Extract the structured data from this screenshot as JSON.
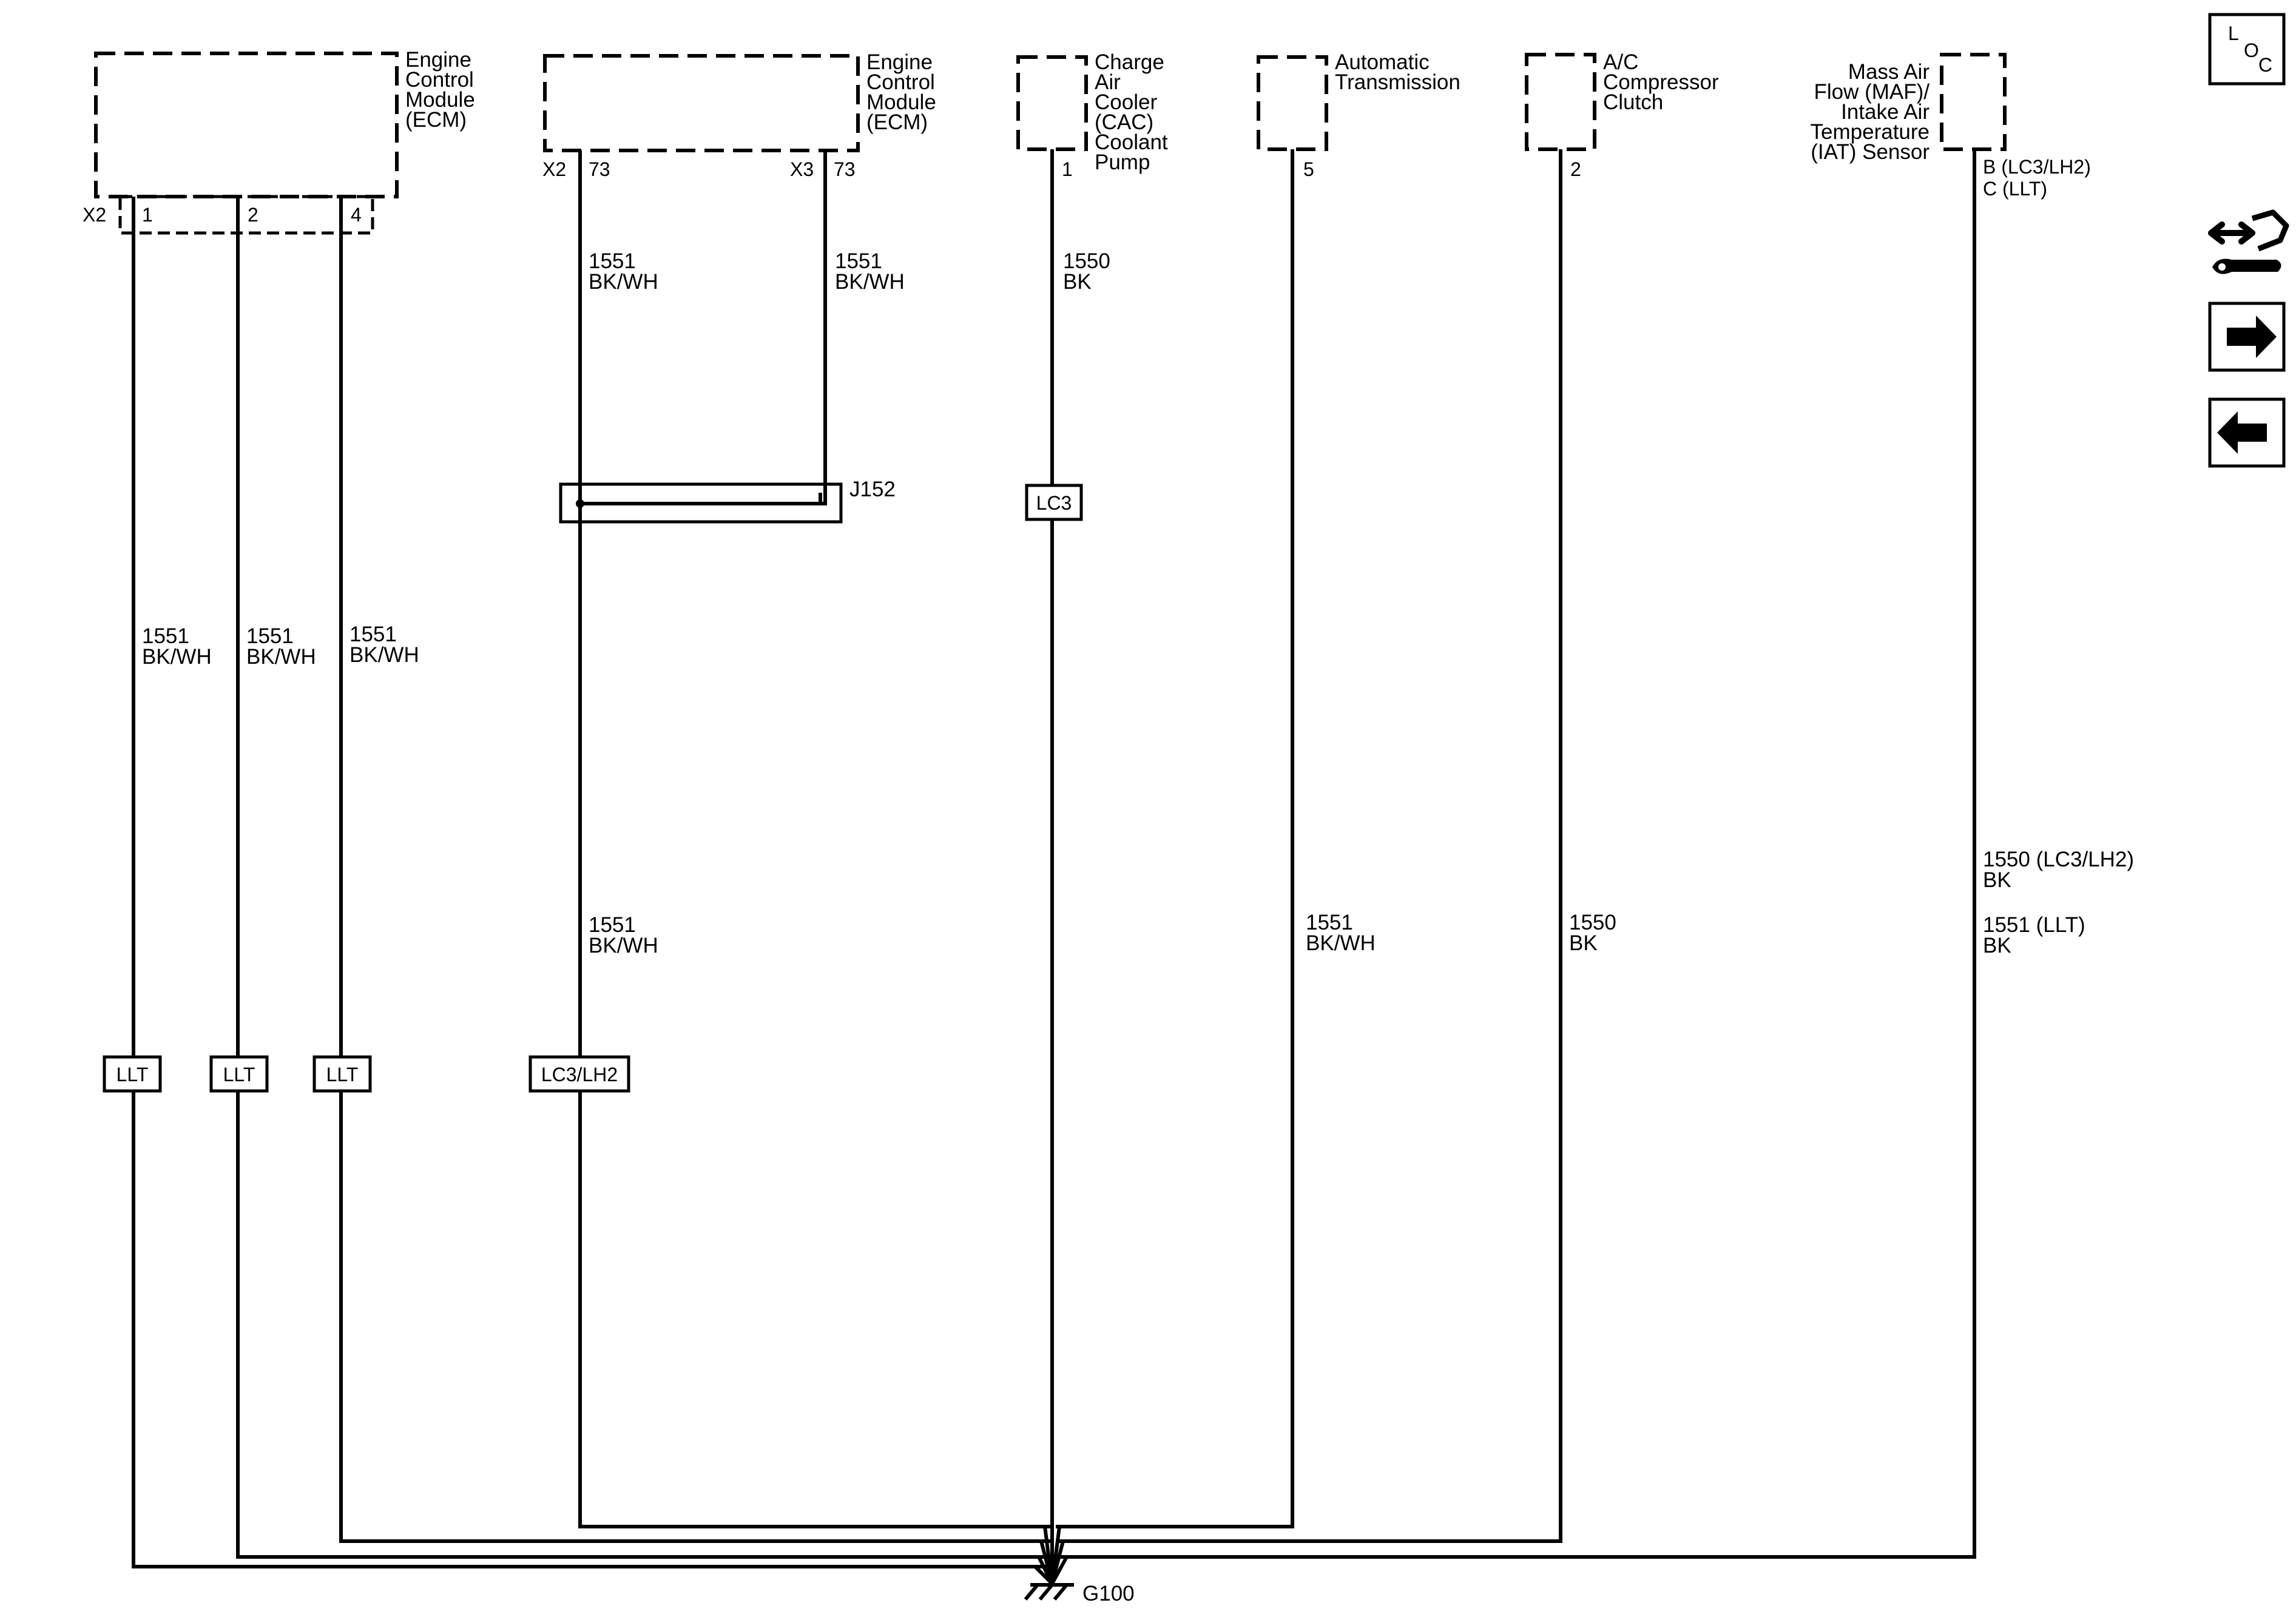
{
  "components": {
    "ecm_left": {
      "name_lines": [
        "Engine",
        "Control",
        "Module",
        "(ECM)"
      ],
      "connector": "X2",
      "pins": [
        "1",
        "2",
        "4"
      ]
    },
    "ecm_mid": {
      "name_lines": [
        "Engine",
        "Control",
        "Module",
        "(ECM)"
      ],
      "connectors": [
        "X2",
        "X3"
      ],
      "pins": [
        "73",
        "73"
      ]
    },
    "cac_pump": {
      "name_lines": [
        "Charge",
        "Air",
        "Cooler",
        "(CAC)",
        "Coolant",
        "Pump"
      ],
      "pin": "1"
    },
    "auto_trans": {
      "name_lines": [
        "Automatic",
        "Transmission"
      ],
      "pin": "5"
    },
    "ac_clutch": {
      "name_lines": [
        "A/C",
        "Compressor",
        "Clutch"
      ],
      "pin": "2"
    },
    "maf_sensor": {
      "name_lines": [
        "Mass Air",
        "Flow (MAF)/",
        "Intake Air",
        "Temperature",
        "(IAT) Sensor"
      ],
      "pins": [
        "B (LC3/LH2)",
        "C (LLT)"
      ]
    }
  },
  "wires": {
    "w_ecm_pin1": [
      "1551",
      "BK/WH"
    ],
    "w_ecm_pin2": [
      "1551",
      "BK/WH"
    ],
    "w_ecm_pin4": [
      "1551",
      "BK/WH"
    ],
    "w_ecm_x2_top": [
      "1551",
      "BK/WH"
    ],
    "w_ecm_x3_top": [
      "1551",
      "BK/WH"
    ],
    "w_ecm_x2_bottom": [
      "1551",
      "BK/WH"
    ],
    "w_cac": [
      "1550",
      "BK"
    ],
    "w_trans": [
      "1551",
      "BK/WH"
    ],
    "w_ac": [
      "1550",
      "BK"
    ],
    "w_maf_a": [
      "1550 (LC3/LH2)",
      "BK"
    ],
    "w_maf_b": [
      "1551 (LLT)",
      "BK"
    ]
  },
  "splice": {
    "label": "J152"
  },
  "option_tags": {
    "llt": "LLT",
    "lc3": "LC3",
    "lc3_lh2": "LC3/LH2"
  },
  "ground": {
    "label": "G100"
  },
  "nav": {
    "loc_letters": [
      "L",
      "O",
      "C"
    ],
    "service_icon": "connector-wrench-icon",
    "next_icon": "arrow-right-icon",
    "prev_icon": "arrow-left-icon"
  },
  "colors": {
    "ink": "#000000",
    "background": "#ffffff"
  }
}
